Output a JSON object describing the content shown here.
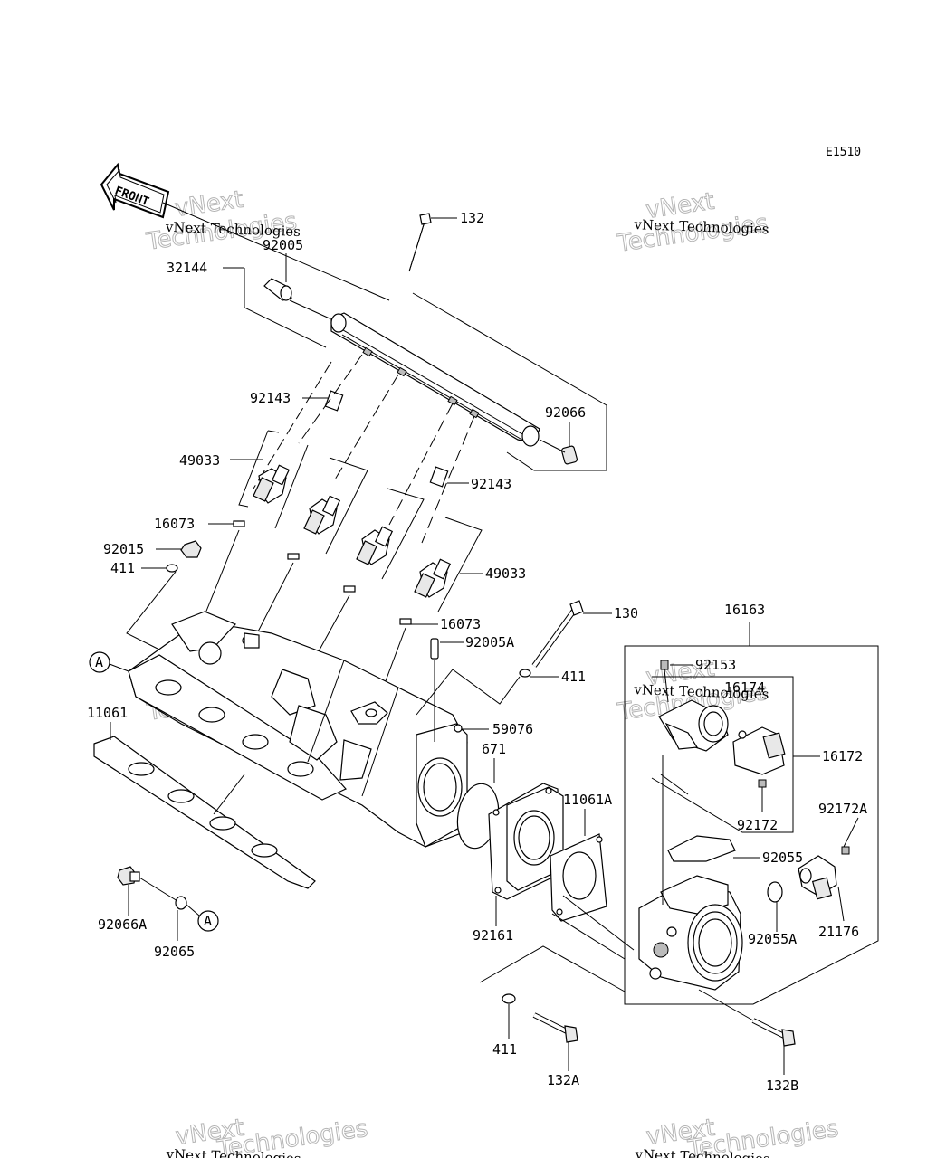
{
  "diagram_code": "E1510",
  "front_label": "FRONT",
  "callout_a": "A",
  "watermark": {
    "line1": "vNext Technologies",
    "line2": "vNext",
    "line3": "Technologies"
  },
  "labels": {
    "p132": "132",
    "p32144": "32144",
    "p92005": "92005",
    "p92143_top": "92143",
    "p92066": "92066",
    "p49033_left": "49033",
    "p92143_mid": "92143",
    "p16073_left": "16073",
    "p92015": "92015",
    "p411_left": "411",
    "p49033_right": "49033",
    "p16073_right": "16073",
    "p130": "130",
    "p16163": "16163",
    "p92005A": "92005A",
    "p411_mid": "411",
    "p92153": "92153",
    "p16174": "16174",
    "p11061": "11061",
    "p59076": "59076",
    "p671": "671",
    "p16172": "16172",
    "p11061A": "11061A",
    "p92172A": "92172A",
    "p92172": "92172",
    "p92055": "92055",
    "p92066A": "92066A",
    "p92065": "92065",
    "p92161": "92161",
    "p92055A": "92055A",
    "p21176": "21176",
    "p411_bottom": "411",
    "p132A": "132A",
    "p132B": "132B"
  }
}
